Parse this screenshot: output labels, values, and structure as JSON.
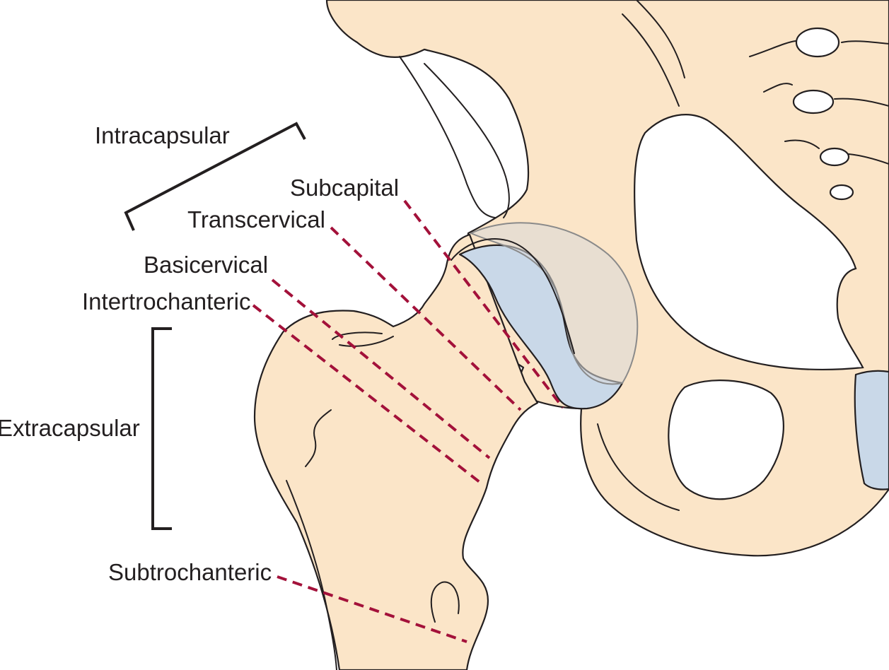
{
  "labels": {
    "intracapsular": "Intracapsular",
    "extracapsular": "Extracapsular",
    "subcapital": "Subcapital",
    "transcervical": "Transcervical",
    "basicervical": "Basicervical",
    "intertrochanteric": "Intertrochanteric",
    "subtrochanteric": "Subtrochanteric"
  },
  "colors": {
    "bone": "#fbe5c8",
    "cartilage": "#c9d8e8",
    "capsule": "#d9d9d9",
    "fracture_line": "#a3113a",
    "outline": "#231f20"
  }
}
